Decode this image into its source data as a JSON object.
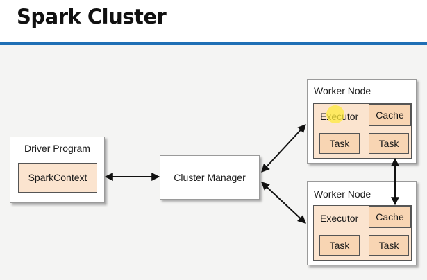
{
  "slide": {
    "title": "Spark Cluster"
  },
  "diagram": {
    "driver": {
      "label": "Driver Program",
      "context_label": "SparkContext"
    },
    "manager": {
      "label": "Cluster Manager"
    },
    "workers": [
      {
        "label": "Worker Node",
        "executor_label": "Executor",
        "cache_label": "Cache",
        "task_labels": [
          "Task",
          "Task"
        ]
      },
      {
        "label": "Worker Node",
        "executor_label": "Executor",
        "cache_label": "Cache",
        "task_labels": [
          "Task",
          "Task"
        ]
      }
    ]
  },
  "colors": {
    "title_rule": "#1f6fb5",
    "component_fill": "#fbe4cf",
    "task_fill": "#f8d5b3",
    "background": "#f4f4f3"
  }
}
